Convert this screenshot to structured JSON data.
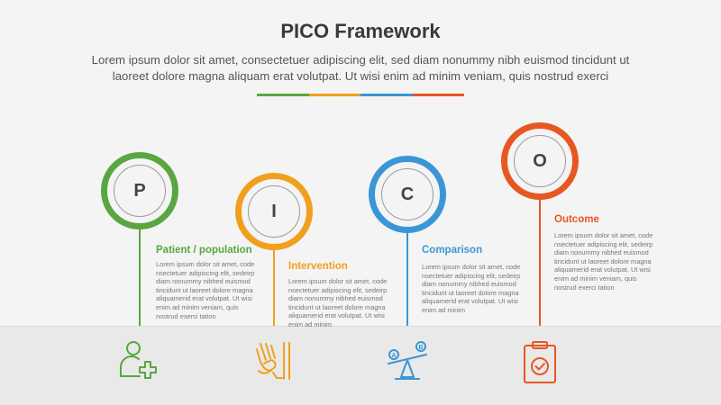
{
  "header": {
    "title": "PICO Framework",
    "subtitle_lines": [
      "Lorem ipsum dolor sit amet, consectetuer adipiscing elit, sed diam nonummy nibh euismod tincidunt ut",
      "laoreet dolore magna aliquam erat volutpat. Ut wisi enim ad minim veniam, quis nostrud exerci"
    ]
  },
  "colors": {
    "green": "#5aa641",
    "orange": "#f0a01d",
    "blue": "#3b96d6",
    "red": "#e65722"
  },
  "items": [
    {
      "letter": "P",
      "label": "Patient / population",
      "desc_lines": [
        "Lorem ipsum dolor sit amet, code",
        "nsectetuer adipiscing elit, sedeirp",
        "diam nonummy nibhed euismod",
        "tincidunt ut laoreet dolore magna",
        "aliquamerid erat volutpat. Ut wisi",
        "enim ad minim veniam, quis",
        "nostrud exerci tation"
      ],
      "icon": "patient-add-icon",
      "color": "#5aa641"
    },
    {
      "letter": "I",
      "label": "Intervention",
      "desc_lines": [
        "Lorem ipsum dolor sit amet, code",
        "nsectetuer adipiscing elit, sedeirp",
        "diam nonummy nibhed euismod",
        "tincidunt ut laoreet dolore magna",
        "aliquamerid erat volutpat. Ut wisi",
        "enim ad minim"
      ],
      "icon": "hands-intervention-icon",
      "color": "#f0a01d"
    },
    {
      "letter": "C",
      "label": "Comparison",
      "desc_lines": [
        "Lorem ipsum dolor sit amet, code",
        "nsectetuer adipiscing elit, sedeirp",
        "diam nonummy nibhed euismod",
        "tincidunt ut laoreet dolore magna",
        "aliquamerid erat volutpat. Ut wisi",
        "enim ad minim"
      ],
      "icon": "seesaw-comparison-icon",
      "color": "#3b96d6"
    },
    {
      "letter": "O",
      "label": "Outcome",
      "desc_lines": [
        "Lorem ipsum dolor sit amet, code",
        "nsectetuer adipiscing elit, sedeirp",
        "diam nonummy nibhed euismod",
        "tincidunt ut laoreet dolore magna",
        "aliquamerid erat volutpat. Ut wisi",
        "enim ad minim veniam, quis",
        "nostrud exerci tation"
      ],
      "icon": "clipboard-check-icon",
      "color": "#e65722"
    }
  ]
}
